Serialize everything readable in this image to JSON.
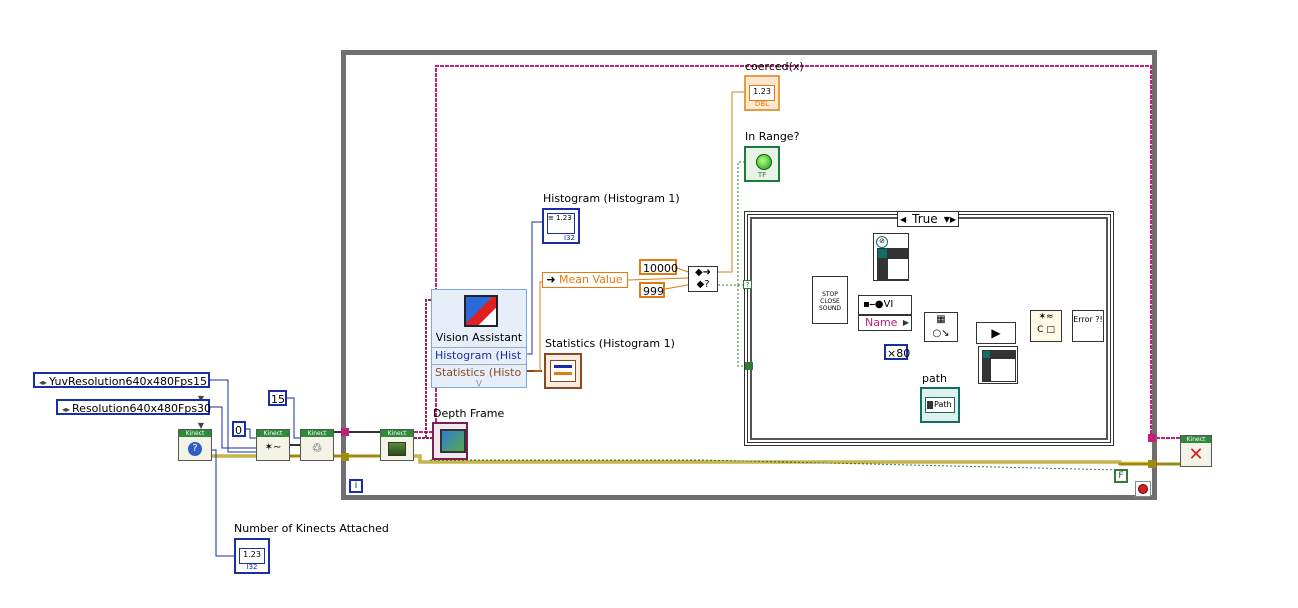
{
  "constants": {
    "yuv_resolution": "YuvResolution640x480Fps15",
    "resolution": "Resolution640x480Fps30",
    "zero": "0",
    "fifteen": "15",
    "ten_thousand": "10000",
    "nine_nine_nine": "999",
    "eighty": "×80",
    "false_const": "F"
  },
  "indicators": {
    "number_of_kinects": "Number of Kinects Attached",
    "coerced": "coerced(x)",
    "in_range": "In Range?",
    "histogram": "Histogram (Histogram 1)",
    "statistics": "Statistics (Histogram 1)",
    "depth_frame": "Depth Frame",
    "mean_value": "Mean Value",
    "numeric_display": "1.23",
    "numeric_type": "I32",
    "dbl_type": "DBL",
    "tf_type": "TF"
  },
  "vision_assistant": {
    "title": "Vision Assistant",
    "out_histogram": "Histogram (Hist",
    "out_statistics": "Statistics (Histo"
  },
  "case_structure": {
    "selector": "True",
    "name_property": "Name",
    "vi_ref": "VI",
    "path_label": "path",
    "path_control": "Path",
    "stop_text": "STOP CLOSE SOUND"
  },
  "loop": {
    "iteration_terminal": "i"
  },
  "nodes": {
    "kinect_label": "Kinect",
    "error_text": "Error ?!"
  }
}
